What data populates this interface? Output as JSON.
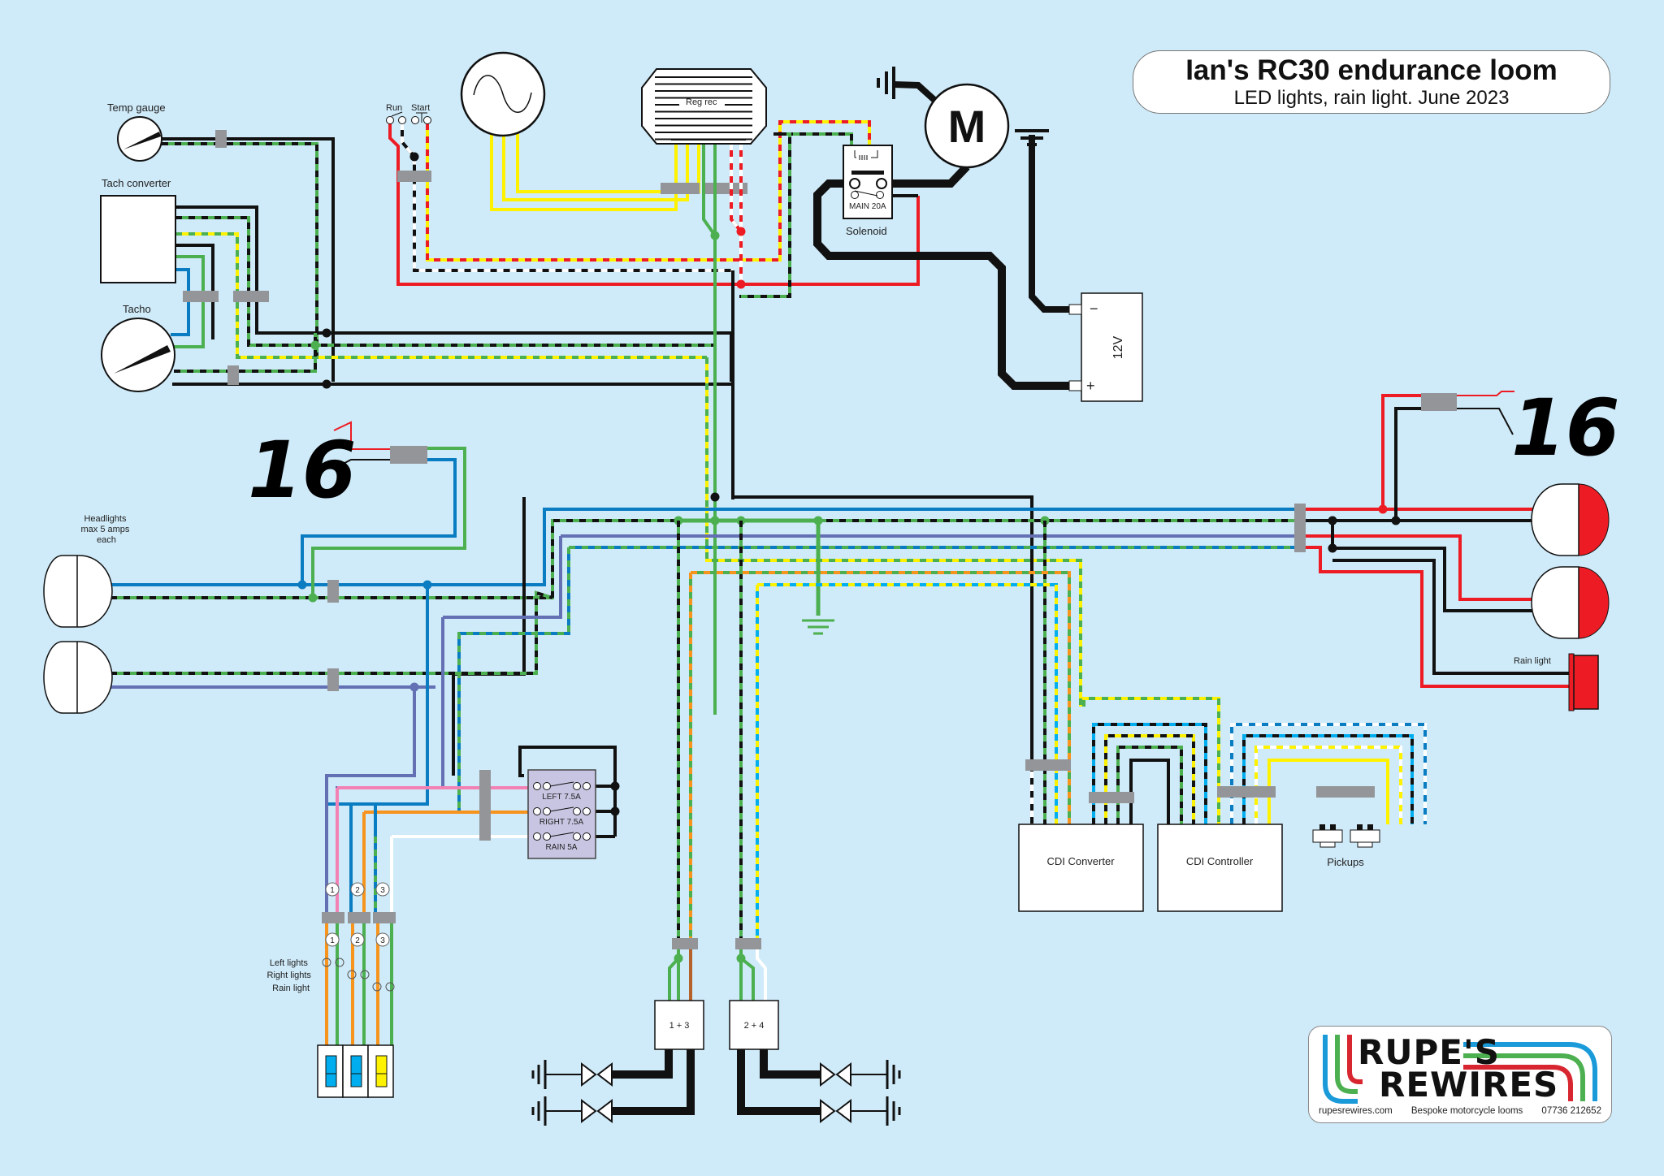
{
  "title": {
    "main": "Ian's RC30 endurance loom",
    "subtitle": "LED lights, rain light. June 2023"
  },
  "components": {
    "temp_gauge": "Temp gauge",
    "tach_converter": "Tach converter",
    "tacho": "Tacho",
    "run_label": "Run",
    "start_label": "Start",
    "reg_rec": "Reg rec",
    "motor": "M",
    "solenoid": "Solenoid",
    "main_fuse": "MAIN 20A",
    "battery": "12V",
    "battery_neg": "−",
    "battery_pos": "+",
    "headlights": [
      "Headlights",
      "max 5 amps",
      "each"
    ],
    "rain_light": "Rain light",
    "cdi_converter": "CDI Converter",
    "cdi_controller": "CDI Controller",
    "pickups": "Pickups",
    "coil_front": "1 + 3",
    "coil_rear": "2 + 4",
    "badge_number": "16",
    "switch_labels": [
      "Left lights",
      "Right lights",
      "Rain light"
    ],
    "connector_numbers": [
      "1",
      "2",
      "3"
    ]
  },
  "fuse_panel": {
    "fuses": [
      {
        "label": "LEFT 7.5A"
      },
      {
        "label": "RIGHT 7.5A"
      },
      {
        "label": "RAIN 5A"
      }
    ]
  },
  "rocker_switches": [
    {
      "name": "left-lights",
      "color": "#00aeef"
    },
    {
      "name": "right-lights",
      "color": "#00aeef"
    },
    {
      "name": "rain-light",
      "color": "#fff200"
    }
  ],
  "wire_colors": {
    "black": "#111111",
    "red": "#ed1c24",
    "yellow": "#fff200",
    "green": "#4cb050",
    "blue": "#0a7cc1",
    "light_blue": "#00aeef",
    "violet": "#6470b4",
    "pink": "#f282b4",
    "orange": "#f7941d",
    "white": "#ffffff",
    "brown": "#b5622a",
    "connector_grey": "#939598",
    "background": "#cfeaf8"
  },
  "logo": {
    "line1": "RUPE'S",
    "line2": "REWIRES",
    "website": "rupesrewires.com",
    "tagline": "Bespoke motorcycle looms",
    "phone": "07736 212652",
    "stripe_colors": [
      "#1a9ad9",
      "#4cb050",
      "#d7262f"
    ]
  }
}
